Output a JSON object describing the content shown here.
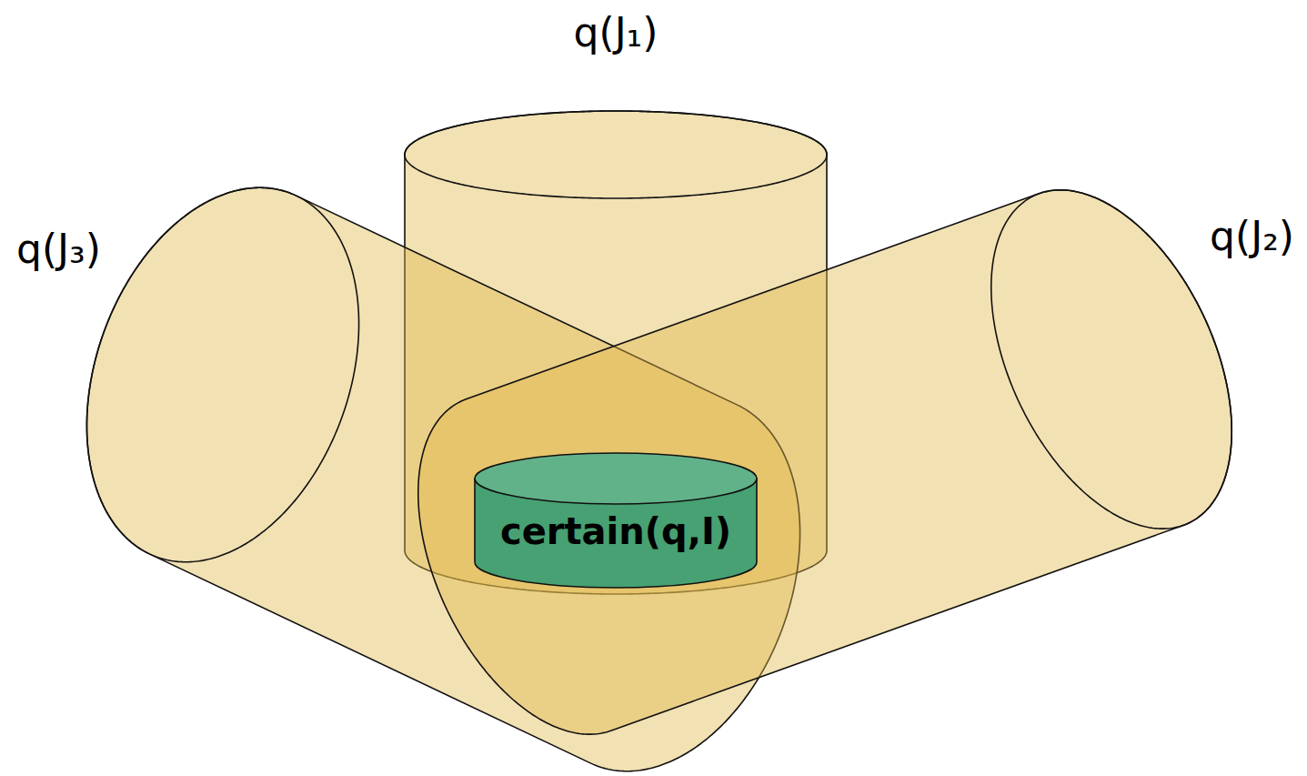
{
  "diagram": {
    "nodes": [
      {
        "text": [
          "q(J₁)"
        ]
      },
      {
        "text": [
          "q(J₃)"
        ]
      },
      {
        "text": [
          "q(J₂)"
        ]
      },
      {
        "text": [
          "certain(q,I)"
        ],
        "in": 0
      }
    ]
  }
}
